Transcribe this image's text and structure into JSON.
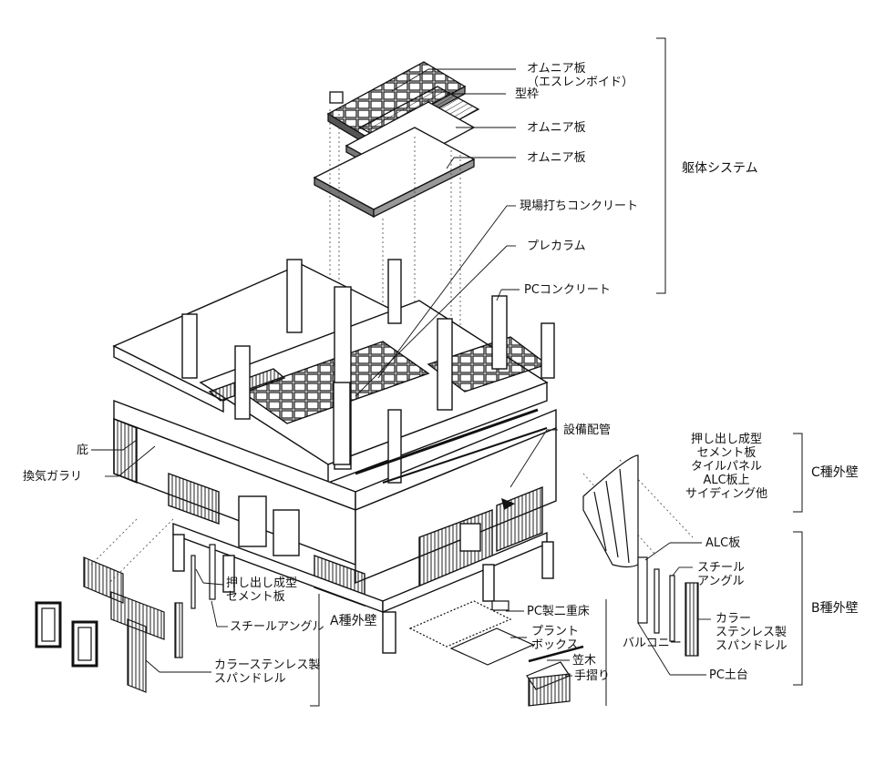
{
  "labels": {
    "omnia_void": "オムニア板\n（エスレンボイド）",
    "formwork": "型枠",
    "omnia_1": "オムニア板",
    "omnia_2": "オムニア板",
    "cast_in_place": "現場打ちコンクリート",
    "precolumn": "プレカラム",
    "pc_concrete": "PCコンクリート",
    "piping": "設備配管",
    "eaves": "庇",
    "ventilation_gallery": "換気ガラリ",
    "c_wall_materials": "押し出し成型\nセメント板\nタイルパネル\nALC板上\nサイディング他",
    "alc_panel": "ALC板",
    "steel_angle_b": "スチール\nアングル",
    "color_stainless_b": "カラー\nステンレス製\nスパンドレル",
    "pc_base": "PC土台",
    "balcony": "バルコニー",
    "pc_double_floor": "PC製二重床",
    "plant_box": "プラント\nボックス",
    "kasagi": "笠木",
    "handrail": "手摺り",
    "extruded_cement_a": "押し出し成型\nセメント板",
    "steel_angle_a": "スチールアングル",
    "color_stainless_a": "カラーステンレス製\nスパンドレル"
  },
  "groups": {
    "structure_system": "躯体システム",
    "c_type_wall": "C種外壁",
    "b_type_wall": "B種外壁",
    "a_type_wall": "A種外壁"
  }
}
